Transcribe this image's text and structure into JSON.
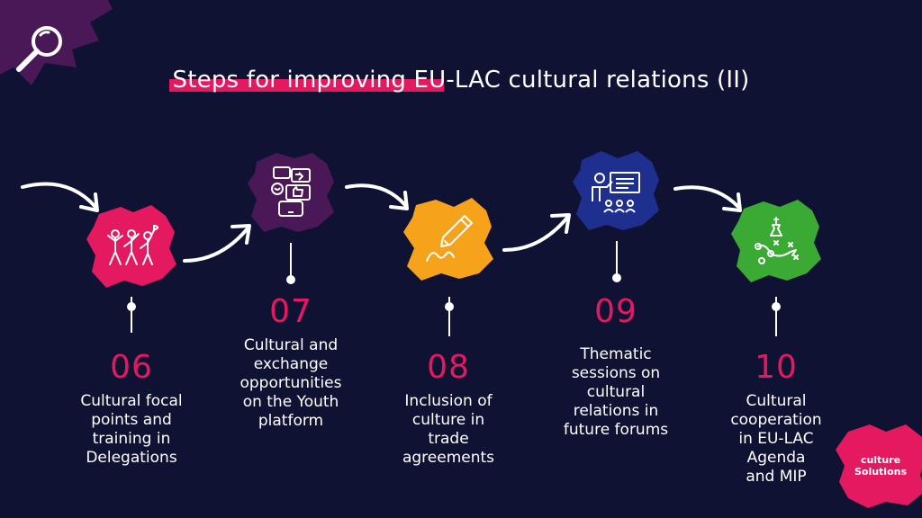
{
  "title": "Steps for improving EU-LAC cultural relations (II)",
  "colors": {
    "background": "#0f1233",
    "accent": "#e5195f",
    "purple": "#4a1856",
    "orange": "#f7a21b",
    "blue": "#1f2f8f",
    "green": "#3aaa35"
  },
  "search_icon": "magnifier-icon",
  "steps": [
    {
      "number": "06",
      "icon": "people-celebrating-icon",
      "lines": [
        "Cultural focal",
        "points and",
        "training in",
        "Delegations"
      ]
    },
    {
      "number": "07",
      "icon": "social-media-phone-icon",
      "lines": [
        "Cultural and",
        "exchange",
        "opportunities",
        "on the Youth",
        "platform"
      ]
    },
    {
      "number": "08",
      "icon": "pen-signature-icon",
      "lines": [
        "Inclusion of",
        "culture in",
        "trade",
        "agreements"
      ]
    },
    {
      "number": "09",
      "icon": "presentation-audience-icon",
      "lines": [
        "Thematic",
        "sessions on",
        "cultural",
        "relations in",
        "future forums"
      ]
    },
    {
      "number": "10",
      "icon": "strategy-chess-icon",
      "lines": [
        "Cultural",
        "cooperation",
        "in EU-LAC",
        "Agenda",
        "and MIP"
      ]
    }
  ],
  "logo": {
    "line1": "culture",
    "line2": "Solutions"
  }
}
